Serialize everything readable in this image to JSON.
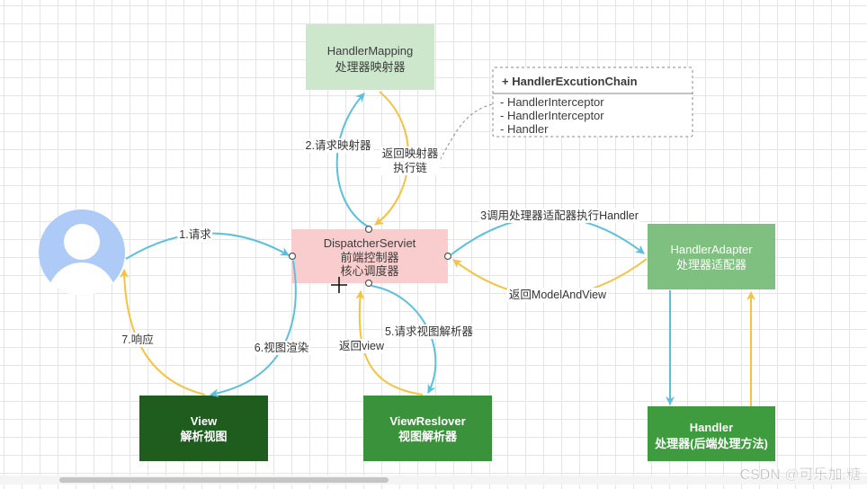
{
  "diagram": {
    "handler_mapping": {
      "lines": [
        "HandlerMapping",
        "处理器映射器"
      ]
    },
    "dispatcher_servlet": {
      "lines": [
        "DispatcherServiet",
        "前端控制器",
        "核心调度器"
      ]
    },
    "handler_adapter": {
      "lines": [
        "HandlerAdapter",
        "处理器适配器"
      ]
    },
    "handler": {
      "lines": [
        "Handler",
        "处理器(后端处理方法)"
      ]
    },
    "view": {
      "lines": [
        "View",
        "解析视图"
      ]
    },
    "view_resolver": {
      "lines": [
        "ViewReslover",
        "视图解析器"
      ]
    },
    "execution_chain": {
      "header": "+ HandlerExcutionChain",
      "members": [
        "- HandlerInterceptor",
        "- HandlerInterceptor",
        "- Handler"
      ]
    },
    "edges": {
      "request": "1.请求",
      "request_mapping": "2.请求映射器",
      "return_chain": [
        "返回映射器",
        "执行链"
      ],
      "call_adapter": "3调用处理器适配器执行Handler",
      "return_model_and_view": "返回ModelAndView",
      "request_view_resolver": "5.请求视图解析器",
      "return_view": "返回view",
      "render_view": "6.视图渲染",
      "response": "7.响应"
    }
  },
  "watermark": "CSDN @可乐加.糖",
  "icons": {
    "avatar": "user-avatar-icon",
    "cursor": "crosshair-cursor-icon"
  },
  "colors": {
    "request_arrow": "#5bc0de",
    "return_arrow": "#f5c242",
    "handler_mapping_fill": "#cde7cd",
    "dispatcher_servlet_fill": "#f9cdcd",
    "handler_adapter_fill": "#7fbf7f",
    "handler_fill": "#3e9c3e",
    "view_fill": "#1e5d1e",
    "view_resolver_fill": "#3a933a",
    "avatar_fill": "#aecbf8"
  }
}
